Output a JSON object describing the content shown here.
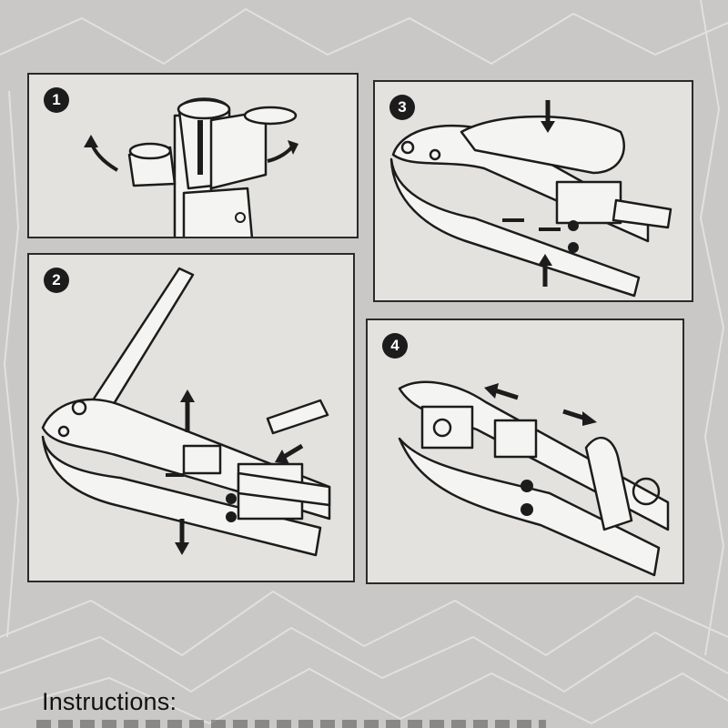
{
  "steps": [
    {
      "number": "1",
      "icon": "number-one-badge"
    },
    {
      "number": "2",
      "icon": "number-two-badge"
    },
    {
      "number": "3",
      "icon": "number-three-badge"
    },
    {
      "number": "4",
      "icon": "number-four-badge"
    }
  ],
  "instructions": {
    "heading": "Instructions:"
  },
  "colors": {
    "page": "#c9c8c6",
    "panel": "#e3e2df",
    "ink": "#1c1c1c",
    "pattern": "#e6e5e2"
  }
}
